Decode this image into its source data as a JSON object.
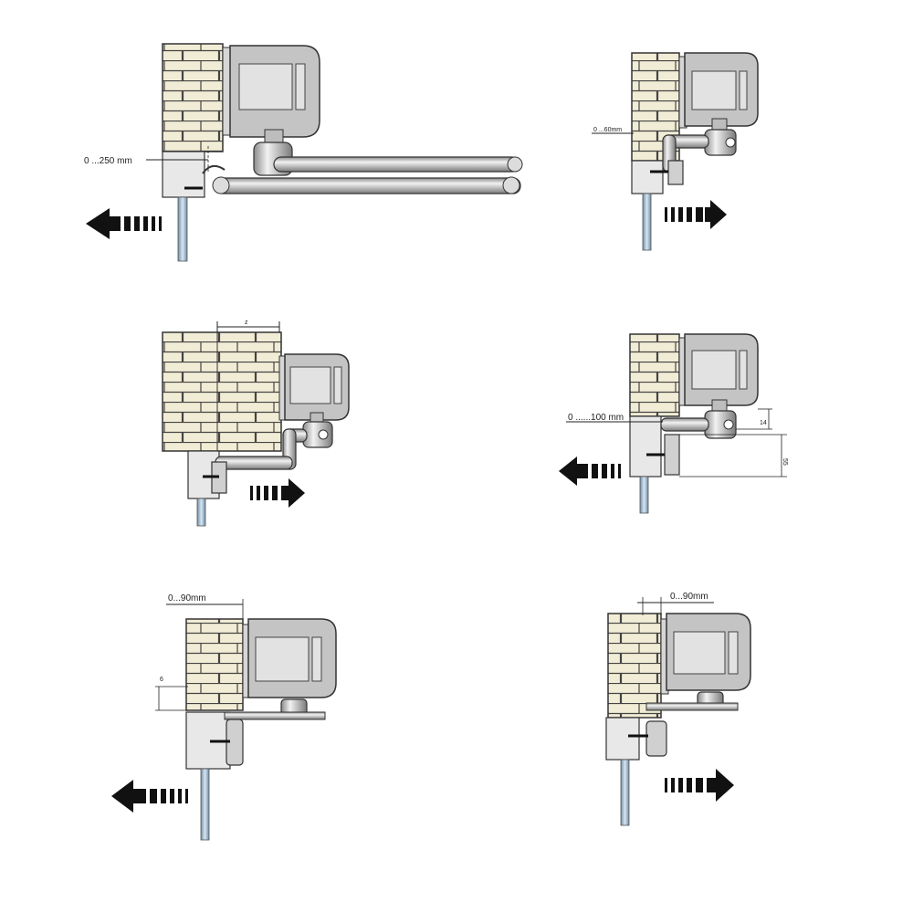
{
  "panels": [
    {
      "id": "top-left",
      "dimension": "0 ...250 mm",
      "direction": "left"
    },
    {
      "id": "top-right",
      "dimension": "0 ...60mm",
      "direction": "right"
    },
    {
      "id": "mid-left",
      "dimension": "z",
      "direction": "right"
    },
    {
      "id": "mid-right",
      "dimension": "0 ......100 mm",
      "aux_dims": [
        "14",
        "55"
      ],
      "direction": "left"
    },
    {
      "id": "bottom-left",
      "dimension": "0...90mm",
      "aux_dims": [
        "6"
      ],
      "direction": "left"
    },
    {
      "id": "bottom-right",
      "dimension": "0...90mm",
      "direction": "right"
    }
  ],
  "colors": {
    "brick_fill": "#f1ecd5",
    "mortar": "#444444",
    "motor_body": "#c4c4c4",
    "motor_window": "#e2e2e2",
    "pillar": "#e8e8e8",
    "gate_post": "#a8c2d8",
    "arrow": "#111111"
  }
}
